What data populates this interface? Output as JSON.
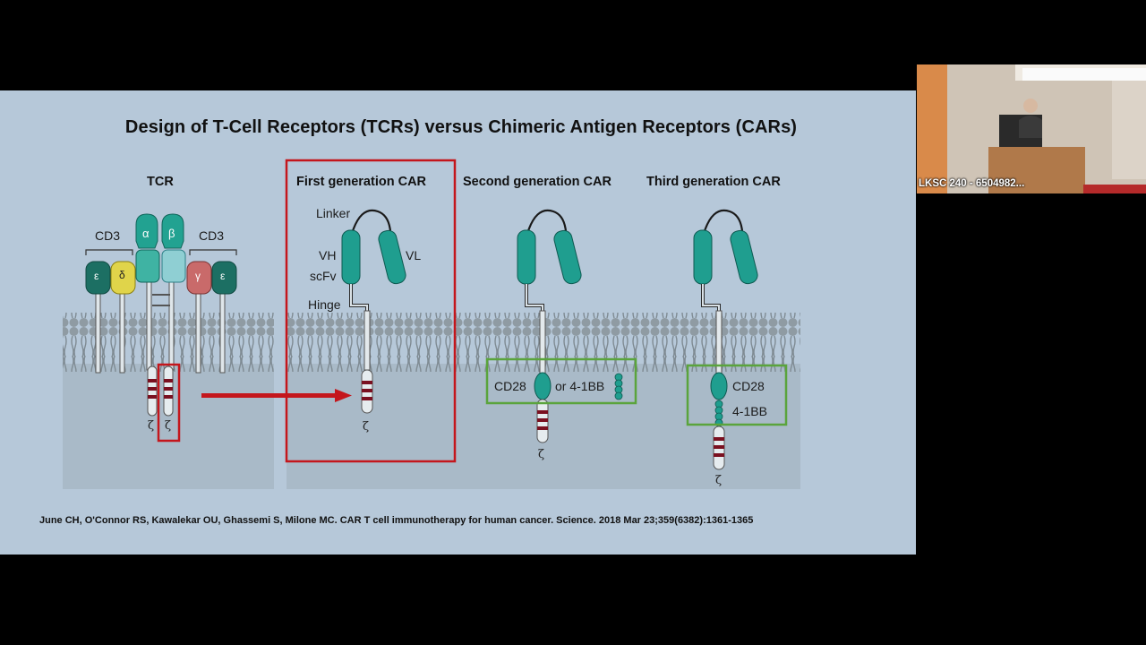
{
  "slide": {
    "title": "Design of T-Cell Receptors (TCRs) versus Chimeric Antigen Receptors (CARs)",
    "columns": {
      "tcr": "TCR",
      "first": "First generation CAR",
      "second": "Second generation CAR",
      "third": "Third generation CAR"
    },
    "tcr_labels": {
      "cd3_left": "CD3",
      "cd3_right": "CD3",
      "alpha": "α",
      "beta": "β",
      "epsilon_left": "ε",
      "delta": "δ",
      "gamma": "γ",
      "epsilon_right": "ε",
      "zeta_1": "ζ",
      "zeta_2": "ζ"
    },
    "first_car_labels": {
      "linker": "Linker",
      "vh": "VH",
      "vl": "VL",
      "scfv": "scFv",
      "hinge": "Hinge",
      "zeta": "ζ"
    },
    "second_car_labels": {
      "cd28": "CD28",
      "or_41bb": "or 4-1BB",
      "zeta": "ζ"
    },
    "third_car_labels": {
      "cd28": "CD28",
      "41bb": "4-1BB",
      "zeta": "ζ"
    },
    "citation": "June CH, O'Connor RS, Kawalekar OU, Ghassemi S, Milone MC. CAR T cell immunotherapy for human cancer.  Science. 2018 Mar 23;359(6382):1361-1365",
    "colors": {
      "teal": "#1f9e8f",
      "highlight_red": "#c4161c",
      "costim_green": "#5aa43c",
      "stripe": "#7a1020"
    }
  },
  "video": {
    "caption": "LKSC 240 - 6504982..."
  }
}
